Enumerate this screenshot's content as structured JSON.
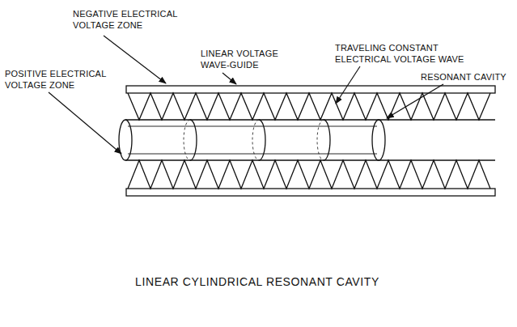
{
  "diagram": {
    "caption": "LINEAR CYLINDRICAL RESONANT CAVITY",
    "labels": [
      "NEGATIVE ELECTRICAL VOLTAGE ZONE",
      "LINEAR VOLTAGE WAVE-GUIDE",
      "TRAVELING CONSTANT ELECTRICAL VOLTAGE WAVE",
      "RESONANT CAVITY",
      "POSITIVE ELECTRICAL VOLTAGE ZONE"
    ]
  }
}
